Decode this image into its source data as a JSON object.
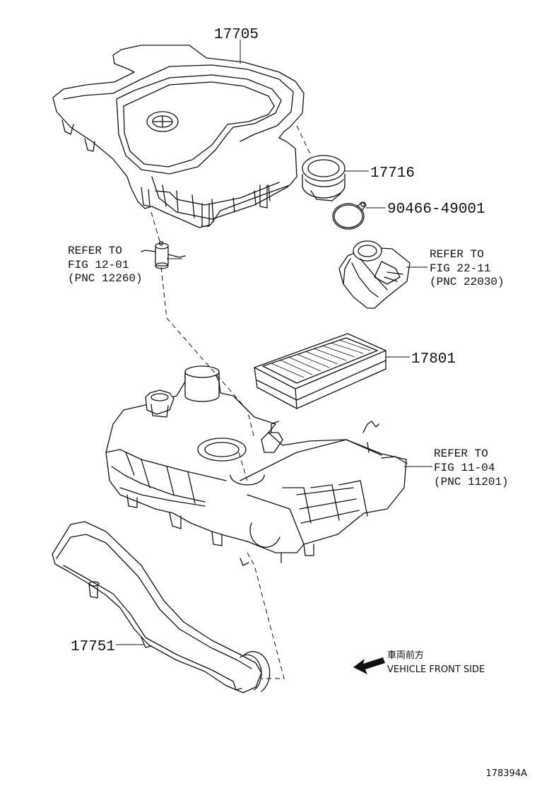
{
  "parts": {
    "p17705": "17705",
    "p17716": "17716",
    "p90466": "90466-49001",
    "p17801": "17801",
    "p17751": "17751"
  },
  "references": [
    {
      "line1": "REFER TO",
      "line2": "FIG 12-01",
      "line3": "(PNC 12260)"
    },
    {
      "line1": "REFER TO",
      "line2": "FIG 22-11",
      "line3": "(PNC 22030)"
    },
    {
      "line1": "REFER TO",
      "line2": "FIG 11-04",
      "line3": "(PNC 11201)"
    }
  ],
  "direction": {
    "japanese": "車両前方",
    "english": "VEHICLE FRONT SIDE",
    "icon": "arrow-left-icon"
  },
  "figure_number": "178394A"
}
